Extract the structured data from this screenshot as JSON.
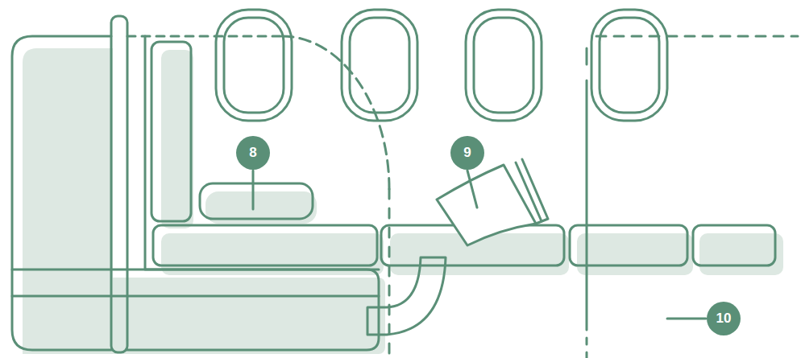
{
  "diagram": {
    "labels": [
      "8",
      "9",
      "10"
    ]
  }
}
